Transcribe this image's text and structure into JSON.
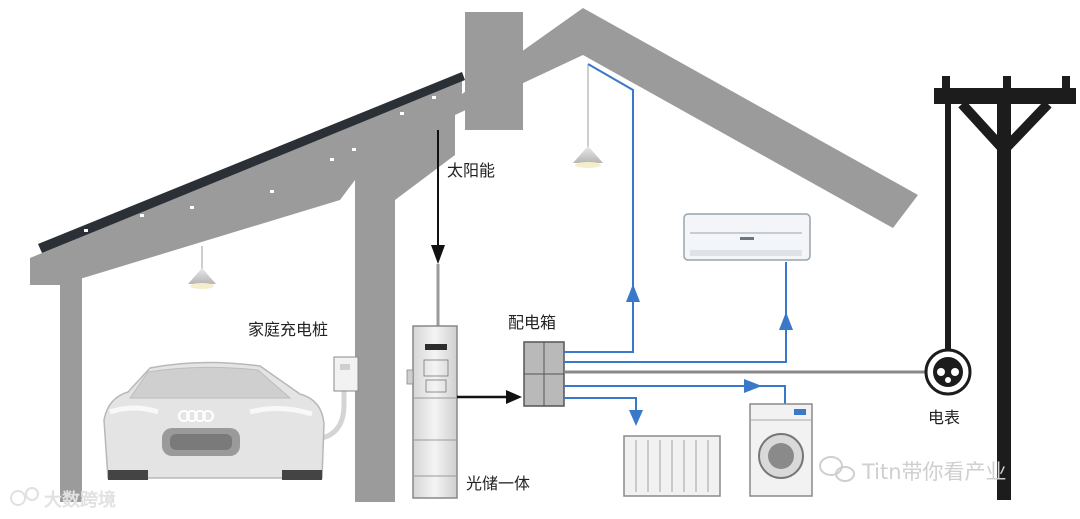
{
  "labels": {
    "solar": "太阳能",
    "charger": "家庭充电桩",
    "distribution_box": "配电箱",
    "storage": "光储一体",
    "meter": "电表"
  },
  "watermarks": {
    "left": "大数跨境",
    "right": "Titn带你看产业"
  },
  "colors": {
    "structure": "#9b9b9b",
    "wire_blue": "#3a78c9",
    "wire_gray": "#888888",
    "arrow_black": "#111111",
    "pole": "#1c1c1c",
    "panel": "#2b2f36"
  }
}
